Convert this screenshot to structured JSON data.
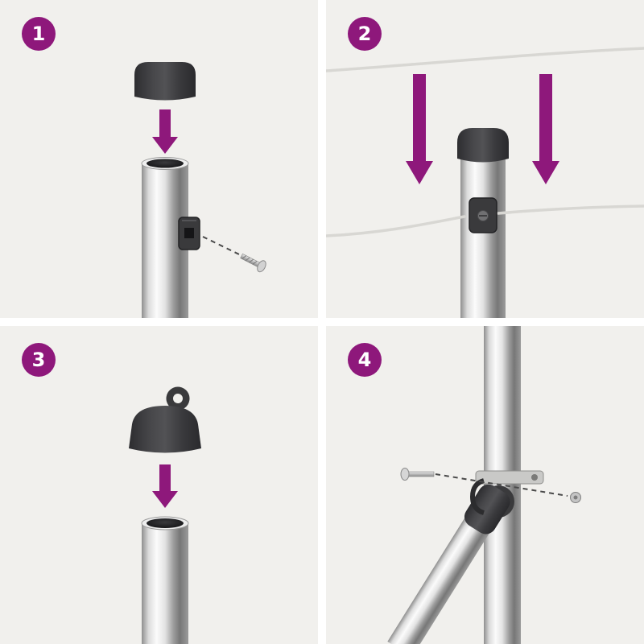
{
  "meta": {
    "title": "Four-step pole assembly instruction diagram",
    "panel_count": 4
  },
  "colors": {
    "accent": "#8E187B",
    "panel_bg": "#F1F0ED",
    "gutter": "#FFFFFF",
    "part_dark": "#3A3A3C",
    "wire": "#D8D7D3"
  },
  "steps": [
    {
      "number": "1",
      "icon_names": [
        "pole-cap-icon",
        "down-arrow-icon",
        "steel-pole-icon",
        "cable-clip-icon",
        "screw-icon",
        "dashed-guide-line"
      ]
    },
    {
      "number": "2",
      "icon_names": [
        "capped-pole-icon",
        "down-arrow-icon",
        "down-arrow-icon",
        "upper-wire-icon",
        "lower-wire-icon",
        "wire-clip-icon"
      ]
    },
    {
      "number": "3",
      "icon_names": [
        "eyelet-cap-icon",
        "down-arrow-icon",
        "open-tube-icon"
      ]
    },
    {
      "number": "4",
      "icon_names": [
        "steel-pole-icon",
        "diagonal-brace-icon",
        "clamp-fitting-icon",
        "metal-strap-icon",
        "bolt-icon",
        "nut-icon",
        "dashed-guide-line"
      ]
    }
  ]
}
